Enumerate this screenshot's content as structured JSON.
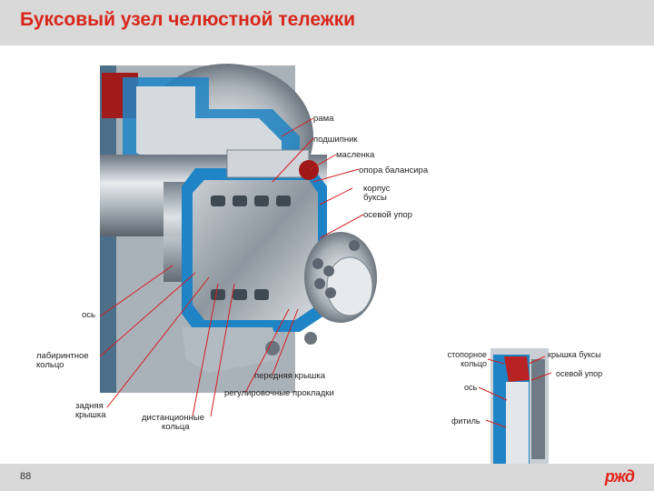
{
  "header": {
    "title": "Буксовый узел челюстной тележки"
  },
  "footer": {
    "page_number": "88",
    "logo": "ржд"
  },
  "colors": {
    "title": "#d8261b",
    "band": "#d9d9d9",
    "accent_blue": "#1f84c5",
    "leader_red": "#d41f1f"
  },
  "main_labels": {
    "ramka": "рама",
    "podshipnik": "подшипник",
    "maslenka": "масленка",
    "opora": "опора балансира",
    "korpus": [
      "корпус",
      "буксы"
    ],
    "osevoy_upor": "осевой упор",
    "os": "ось",
    "labirint": [
      "лабиринтное",
      "кольцо"
    ],
    "zadnyaya": [
      "задняя",
      "крышка"
    ],
    "distancionnye": [
      "дистанционные",
      "кольца"
    ],
    "perednyaya": "передняя крышка",
    "regulirovochnye": "регулировочные прокладки"
  },
  "inset_labels": {
    "stopornoe": [
      "стопорное",
      "кольцо"
    ],
    "os": "ось",
    "fitil": "фитиль",
    "kryshka_buksy": "крышка буксы",
    "osevoy_upor": "осевой упор"
  }
}
